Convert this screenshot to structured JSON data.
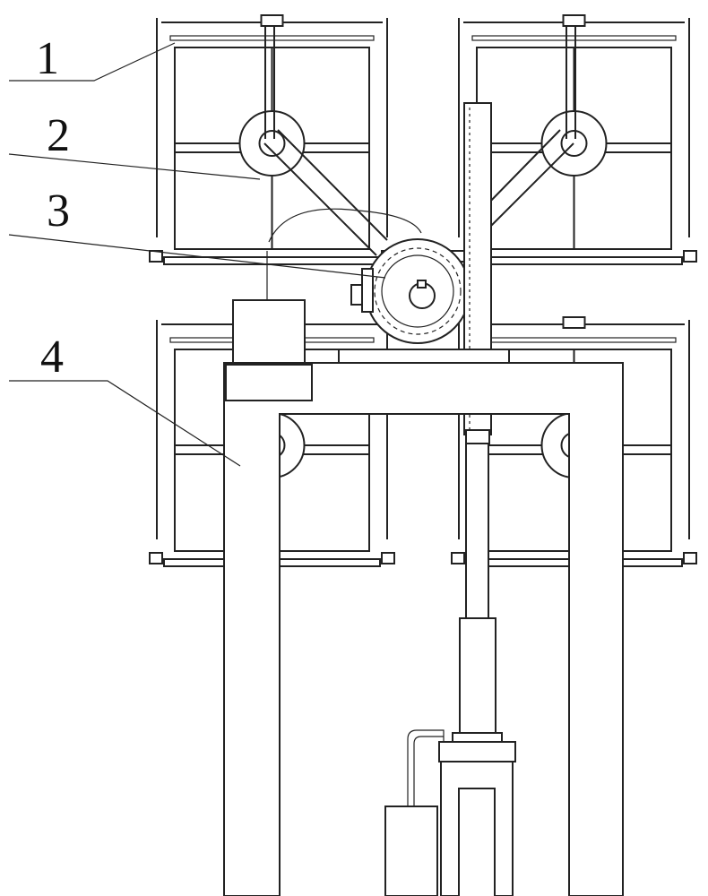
{
  "diagram": {
    "labels": [
      {
        "id": "1",
        "text": "1"
      },
      {
        "id": "2",
        "text": "2"
      },
      {
        "id": "3",
        "text": "3"
      },
      {
        "id": "4",
        "text": "4"
      }
    ],
    "colors": {
      "line": "#222222",
      "background": "#ffffff"
    }
  }
}
